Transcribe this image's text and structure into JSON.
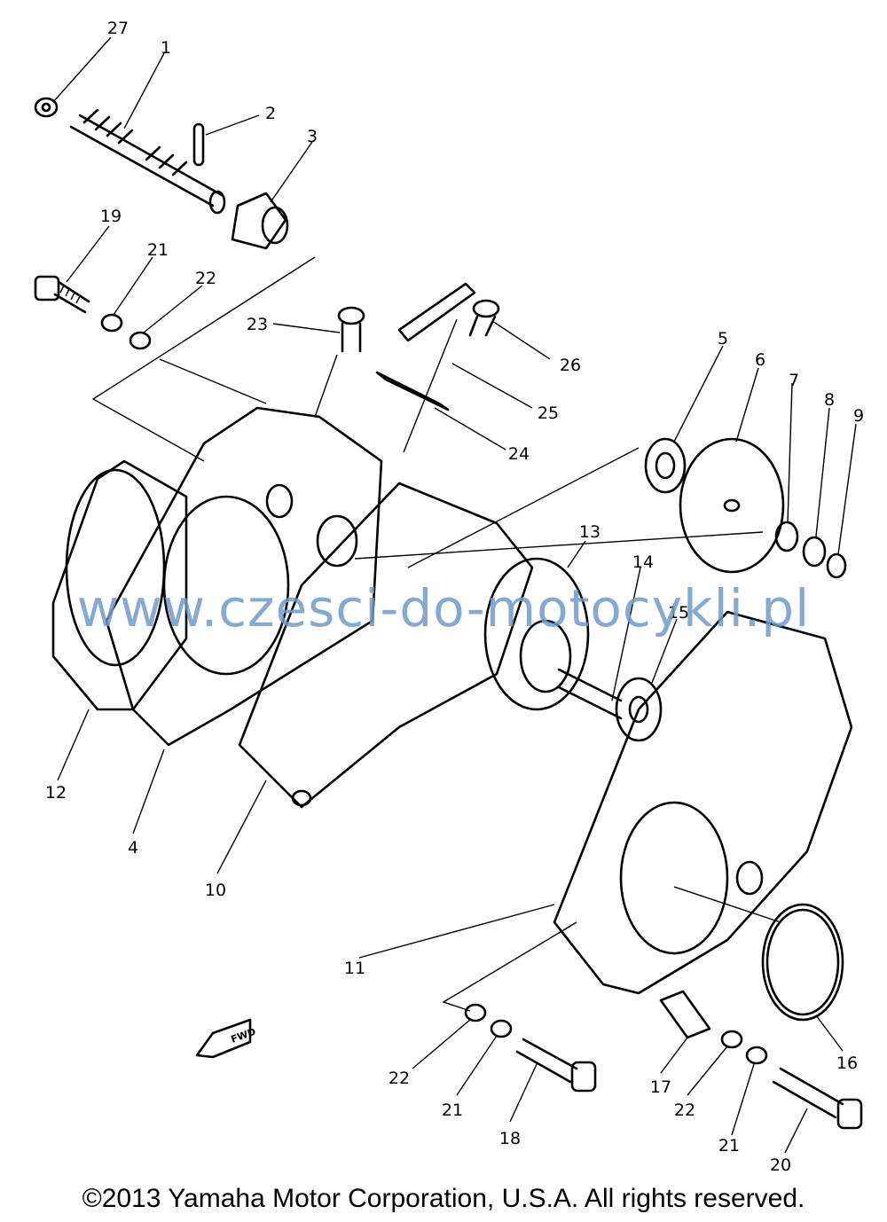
{
  "diagram": {
    "part_labels": [
      "27",
      "1",
      "2",
      "3",
      "19",
      "21",
      "22",
      "23",
      "26",
      "25",
      "24",
      "5",
      "6",
      "7",
      "8",
      "9",
      "13",
      "14",
      "15",
      "12",
      "4",
      "10",
      "11",
      "16",
      "22",
      "21",
      "18",
      "17",
      "22",
      "21",
      "20"
    ],
    "fwd_badge": "FWD"
  },
  "watermark": "www.czesci-do-motocykli.pl",
  "copyright": "©2013 Yamaha Motor Corporation, U.S.A. All rights reserved."
}
